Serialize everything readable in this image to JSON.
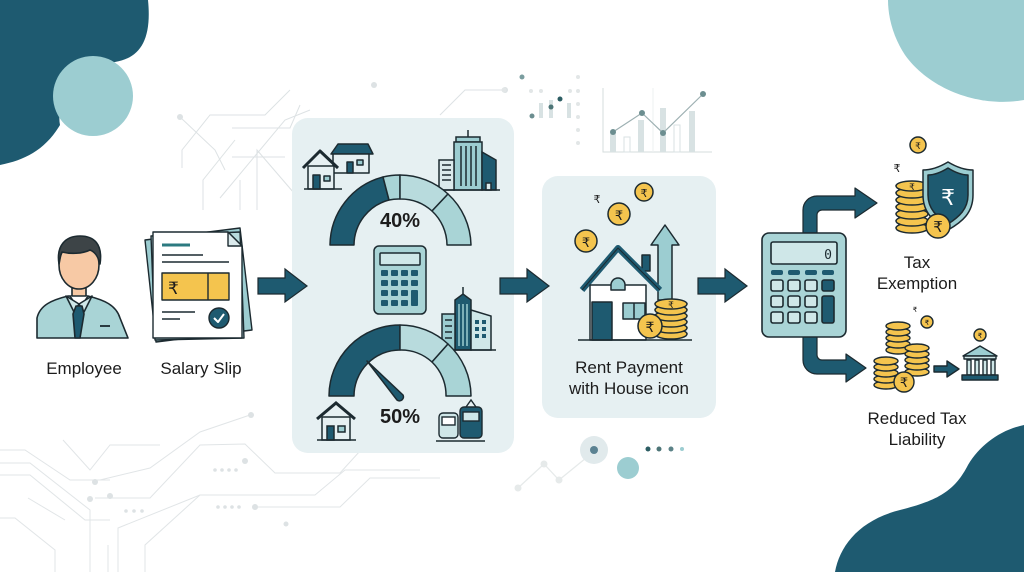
{
  "colors": {
    "dark_teal": "#1e5a70",
    "light_teal": "#9ccdd1",
    "panel_bg": "#e6f0f2",
    "gold": "#f4c44e",
    "skin": "#f7c9a5",
    "text": "#1c1c1c"
  },
  "steps": [
    {
      "id": "employee",
      "label": "Employee",
      "icon": "employee-icon"
    },
    {
      "id": "salary-slip",
      "label": "Salary Slip",
      "icon": "salary-slip-icon"
    },
    {
      "id": "hra-gauges",
      "label": "",
      "icon": "gauge-icon",
      "gauges": [
        {
          "value_label": "40%",
          "value": 40,
          "context": "non-metro city (house) vs metro (city buildings)"
        },
        {
          "value_label": "50%",
          "value": 50,
          "context": "metro city (house, buildings, train)"
        }
      ]
    },
    {
      "id": "rent-payment",
      "label_line1": "Rent Payment",
      "label_line2": "with House icon",
      "icon": "house-coins-icon"
    },
    {
      "id": "calculator",
      "label": "",
      "icon": "calculator-icon",
      "display": "0"
    }
  ],
  "outcomes": [
    {
      "id": "tax-exemption",
      "label": "Tax Exemption",
      "icon": "shield-rupee-icon"
    },
    {
      "id": "reduced-liability",
      "label_line1": "Reduced Tax",
      "label_line2": "Liability",
      "icon": "coins-bank-icon"
    }
  ],
  "glyphs": {
    "rupee": "₹",
    "check": "✓"
  }
}
